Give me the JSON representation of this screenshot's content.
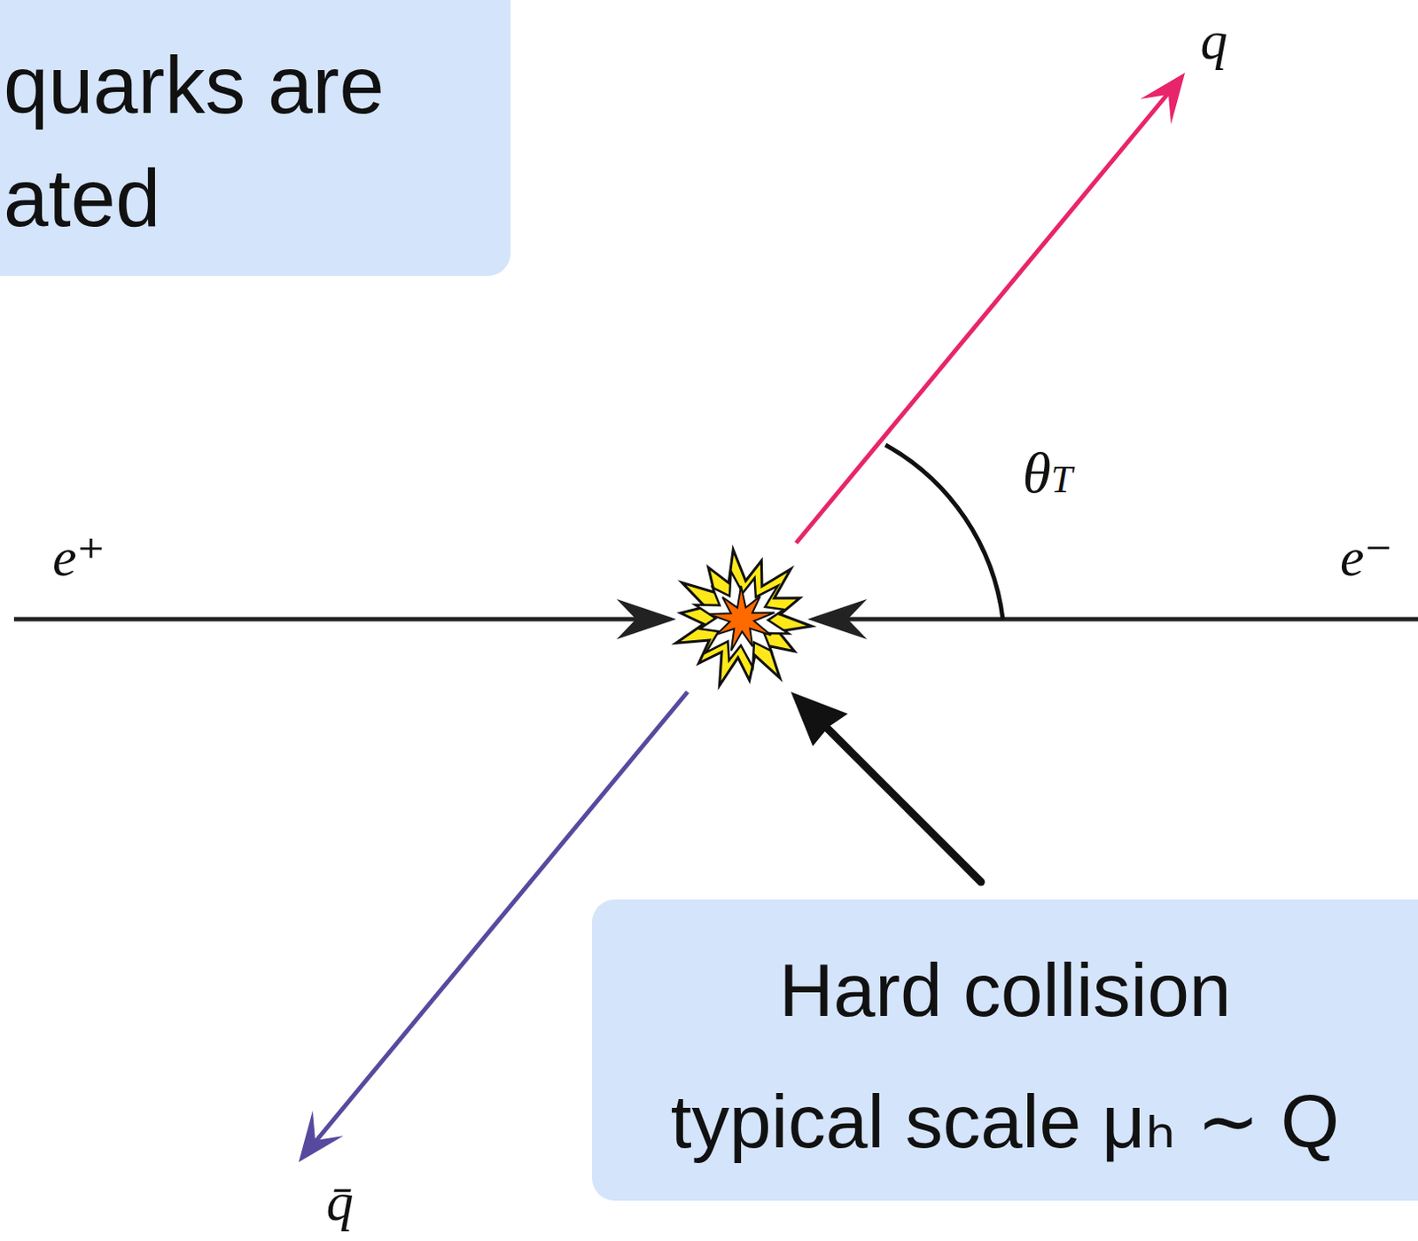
{
  "diagram": {
    "nodes": [
      {
        "text": [
          "quarks are ated"
        ]
      },
      {
        "text": [
          "Hard collision",
          "typical scale μₕ ∼ Q"
        ]
      }
    ],
    "labels": [
      "q",
      "θT",
      "e⁺",
      "e⁻",
      "q̄"
    ]
  }
}
